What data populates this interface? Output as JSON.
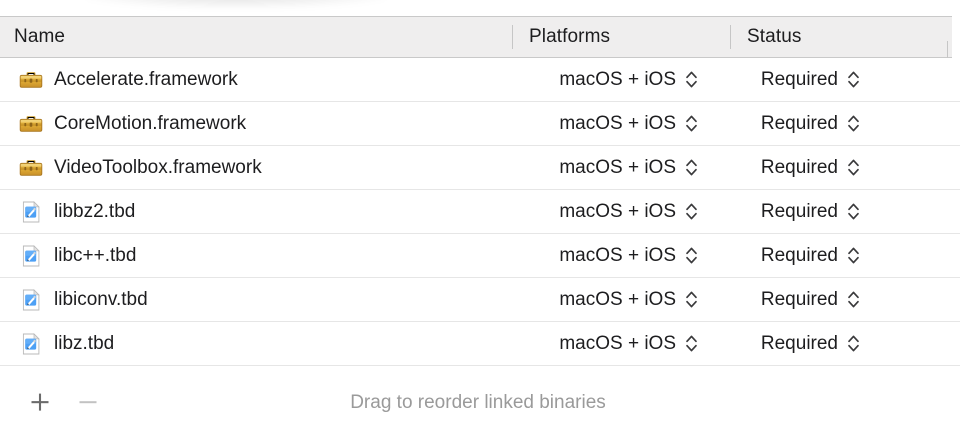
{
  "table": {
    "columns": [
      {
        "key": "name",
        "label": "Name"
      },
      {
        "key": "platforms",
        "label": "Platforms"
      },
      {
        "key": "status",
        "label": "Status"
      }
    ],
    "rows": [
      {
        "icon": "framework-toolbox-icon",
        "name": "Accelerate.framework",
        "platforms": "macOS + iOS",
        "status": "Required"
      },
      {
        "icon": "framework-toolbox-icon",
        "name": "CoreMotion.framework",
        "platforms": "macOS + iOS",
        "status": "Required"
      },
      {
        "icon": "framework-toolbox-icon",
        "name": "VideoToolbox.framework",
        "platforms": "macOS + iOS",
        "status": "Required"
      },
      {
        "icon": "tbd-document-icon",
        "name": "libbz2.tbd",
        "platforms": "macOS + iOS",
        "status": "Required"
      },
      {
        "icon": "tbd-document-icon",
        "name": "libc++.tbd",
        "platforms": "macOS + iOS",
        "status": "Required"
      },
      {
        "icon": "tbd-document-icon",
        "name": "libiconv.tbd",
        "platforms": "macOS + iOS",
        "status": "Required"
      },
      {
        "icon": "tbd-document-icon",
        "name": "libz.tbd",
        "platforms": "macOS + iOS",
        "status": "Required"
      }
    ]
  },
  "footer": {
    "add_label": "+",
    "remove_label": "−",
    "hint": "Drag to reorder linked binaries"
  },
  "colors": {
    "header_background": "#efeeee",
    "header_border": "#c9c9c9",
    "row_separator": "#e6e6e6",
    "text_primary": "#1d1d1f",
    "text_muted": "#9a9a9a",
    "add_button": "#6b6b6b",
    "remove_button_disabled": "#c2c2c2",
    "framework_icon": "#d9a62a",
    "tbd_icon": "#4da0f5"
  }
}
